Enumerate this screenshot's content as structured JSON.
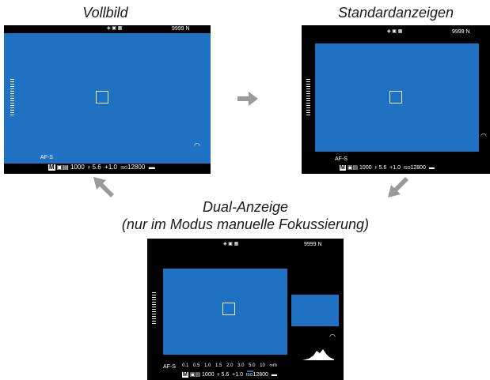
{
  "captions": {
    "vollbild": "Vollbild",
    "standard": "Standardanzeigen",
    "dual_line1": "Dual-Anzeige",
    "dual_line2": "(nur im Modus manuelle Fokussierung)"
  },
  "status": {
    "shots_remaining": "9999",
    "quality": "N",
    "focus_mode": "AF-S",
    "shooting_mode": "M",
    "shutter_speed": "1000",
    "aperture": "5.6",
    "aperture_prefix": "F",
    "exposure_comp": "+1.0",
    "iso_label": "ISO",
    "iso": "12800"
  },
  "focus_scale": {
    "values": [
      "0.1",
      "0.5",
      "1.0",
      "1.5",
      "2.0",
      "3.0",
      "5.0",
      "10",
      "∞"
    ],
    "unit": "m"
  },
  "colors": {
    "screen_bg": "#000000",
    "live_view": "#1f72c3",
    "arrow": "#9a9a9a"
  },
  "icons": [
    "arrow-right-icon",
    "arrow-down-left-icon",
    "arrow-up-left-icon",
    "battery-icon",
    "af-square-icon",
    "histogram-icon"
  ]
}
